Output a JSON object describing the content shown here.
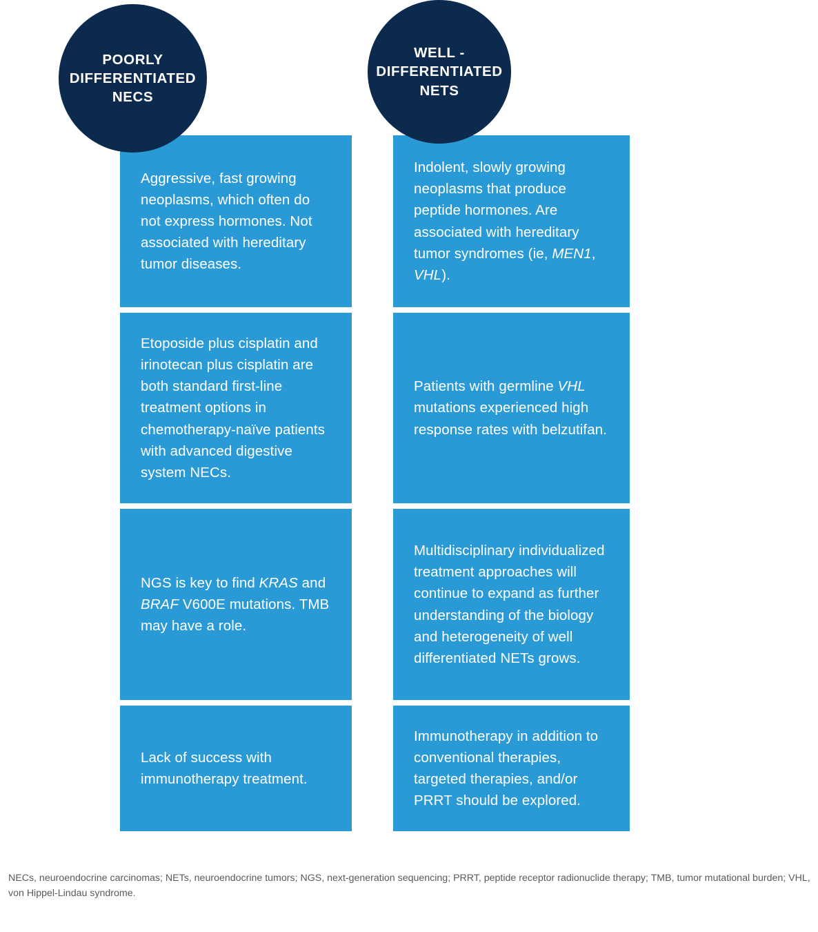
{
  "colors": {
    "circle_navy": "#0C2A4D",
    "card_blue": "#2A9AD6",
    "card_text": "#FFFFFF",
    "footnote_text": "#58595B",
    "page_background": "#FFFFFF"
  },
  "columns": [
    {
      "id": "poorly-differentiated-necs",
      "heading": "POORLY\nDIFFERENTIATED\nNECS",
      "cards": [
        {
          "id": "necs-biology",
          "text": "Aggressive, fast growing neoplasms, which often do not express hormones. Not associated with hereditary tumor diseases.",
          "html": "Aggressive, fast growing neoplasms, which often do not express hormones. Not associated with hereditary tumor diseases."
        },
        {
          "id": "necs-first-line-treatment",
          "text": "Etoposide plus cisplatin and irinotecan plus cisplatin are both standard first-line treatment options in chemotherapy-naïve patients with advanced digestive system NECs.",
          "html": "Etoposide plus cisplatin and irinotecan plus cisplatin are both standard first-line treatment options in chemotherapy-na&iuml;ve patients with advanced digestive system NECs."
        },
        {
          "id": "necs-biomarkers",
          "text": "NGS is key to find KRAS and BRAF V600E mutations. TMB may have a role.",
          "html": "NGS is key to find <i>KRAS</i> and <i>BRAF</i> V600E mutations. TMB may have a role."
        },
        {
          "id": "necs-immunotherapy",
          "text": "Lack of success with immunotherapy treatment.",
          "html": "Lack of success with immunotherapy treatment."
        }
      ]
    },
    {
      "id": "well-differentiated-nets",
      "heading": "WELL -\nDIFFERENTIATED\nNETS",
      "cards": [
        {
          "id": "nets-biology",
          "text": "Indolent, slowly growing neoplasms that produce peptide hormones. Are associated with hereditary tumor syndromes (ie, MEN1, VHL).",
          "html": "Indolent, slowly growing neoplasms that produce peptide hormones. Are associated with hereditary tumor syndromes (ie, <i>MEN1</i>, <i>VHL</i>)."
        },
        {
          "id": "nets-belzutifan",
          "text": "Patients with germline VHL mutations experienced high response rates with belzutifan.",
          "html": "Patients with germline <i>VHL</i> mutations experienced high response rates with belzutifan."
        },
        {
          "id": "nets-multidisciplinary",
          "text": "Multidisciplinary individualized treatment approaches will continue to expand as further understanding of the biology and heterogeneity of well differentiated NETs grows.",
          "html": "Multidisciplinary individualized treatment approaches will continue to expand as further understanding of the biology and heterogeneity of well differentiated NETs grows."
        },
        {
          "id": "nets-immunotherapy",
          "text": "Immunotherapy in addition to conventional therapies, targeted therapies, and/or PRRT should be explored.",
          "html": "Immunotherapy in addition to conventional therapies, targeted therapies, and/or PRRT should be explored."
        }
      ]
    }
  ],
  "footnote": {
    "text": "NECs, neuroendocrine carcinomas; NETs, neuroendocrine tumors; NGS, next-generation sequencing; PRRT, peptide receptor radionuclide therapy; TMB, tumor mutational burden; VHL, von Hippel-Lindau syndrome.",
    "abbreviations": [
      {
        "term": "NECs",
        "definition": "neuroendocrine carcinomas"
      },
      {
        "term": "NETs",
        "definition": "neuroendocrine tumors"
      },
      {
        "term": "NGS",
        "definition": "next-generation sequencing"
      },
      {
        "term": "PRRT",
        "definition": "peptide receptor radionuclide therapy"
      },
      {
        "term": "TMB",
        "definition": "tumor mutational burden"
      },
      {
        "term": "VHL",
        "definition": "von Hippel-Lindau syndrome"
      }
    ]
  }
}
